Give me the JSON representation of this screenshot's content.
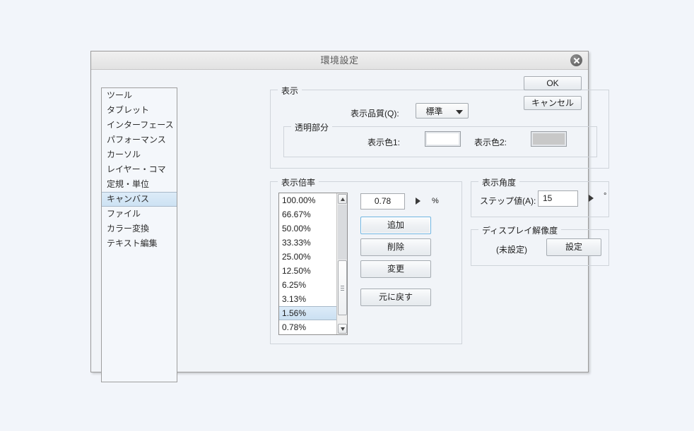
{
  "dialog": {
    "title": "環境設定",
    "close_icon": "close-icon"
  },
  "sidebar": {
    "items": [
      {
        "label": "ツール",
        "selected": false
      },
      {
        "label": "タブレット",
        "selected": false
      },
      {
        "label": "インターフェース",
        "selected": false
      },
      {
        "label": "パフォーマンス",
        "selected": false
      },
      {
        "label": "カーソル",
        "selected": false
      },
      {
        "label": "レイヤー・コマ",
        "selected": false
      },
      {
        "label": "定規・単位",
        "selected": false
      },
      {
        "label": "キャンバス",
        "selected": true
      },
      {
        "label": "ファイル",
        "selected": false
      },
      {
        "label": "カラー変換",
        "selected": false
      },
      {
        "label": "テキスト編集",
        "selected": false
      }
    ]
  },
  "display_group": {
    "legend": "表示",
    "quality_label": "表示品質(Q):",
    "quality_value": "標準",
    "quality_options": [
      "標準"
    ],
    "transparent_group": {
      "legend": "透明部分",
      "color1_label": "表示色1:",
      "color1_value": "#ffffff",
      "color2_label": "表示色2:",
      "color2_value": "#c8c8c8"
    }
  },
  "zoom_group": {
    "legend": "表示倍率",
    "list": [
      {
        "label": "100.00%",
        "selected": false
      },
      {
        "label": "66.67%",
        "selected": false
      },
      {
        "label": "50.00%",
        "selected": false
      },
      {
        "label": "33.33%",
        "selected": false
      },
      {
        "label": "25.00%",
        "selected": false
      },
      {
        "label": "12.50%",
        "selected": false
      },
      {
        "label": "6.25%",
        "selected": false
      },
      {
        "label": "3.13%",
        "selected": false
      },
      {
        "label": "1.56%",
        "selected": true
      },
      {
        "label": "0.78%",
        "selected": false
      }
    ],
    "value_input": "0.78",
    "unit": "%",
    "buttons": {
      "add": "追加",
      "delete": "削除",
      "change": "変更",
      "reset": "元に戻す"
    }
  },
  "angle_group": {
    "legend": "表示角度",
    "step_label": "ステップ値(A):",
    "step_value": "15",
    "unit": "°"
  },
  "resolution_group": {
    "legend": "ディスプレイ解像度",
    "status": "(未設定)",
    "button": "設定"
  },
  "actions": {
    "ok": "OK",
    "cancel": "キャンセル"
  },
  "colors": {
    "page_background": "#f2f5fa",
    "dialog_background": "#f1f4f8",
    "selection": "#cde2f3",
    "focus_border": "#6eb4e0"
  }
}
